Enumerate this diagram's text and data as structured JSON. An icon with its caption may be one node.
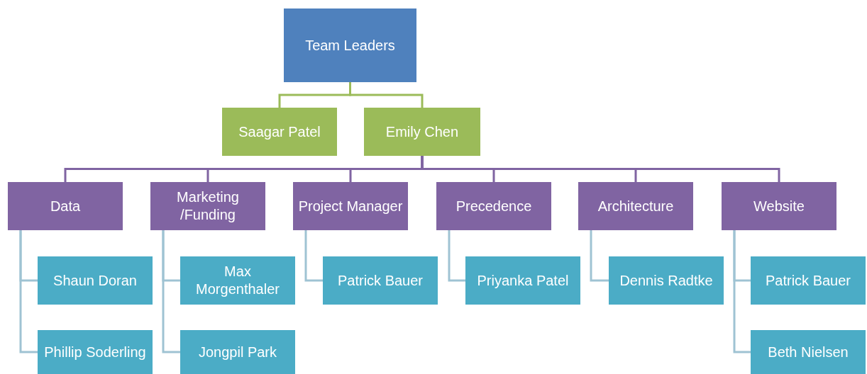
{
  "diagram": {
    "nodes": [
      {
        "text": [
          "Team Leaders"
        ]
      },
      {
        "text": [
          "Saagar Patel"
        ]
      },
      {
        "text": [
          "Emily Chen"
        ]
      },
      {
        "text": [
          "Data"
        ]
      },
      {
        "text": [
          "Marketing /Funding"
        ]
      },
      {
        "text": [
          "Project Manager"
        ]
      },
      {
        "text": [
          "Precedence"
        ]
      },
      {
        "text": [
          "Architecture"
        ]
      },
      {
        "text": [
          "Website"
        ]
      },
      {
        "text": [
          "Shaun Doran"
        ]
      },
      {
        "text": [
          "Phillip Soderling"
        ]
      },
      {
        "text": [
          "Max Morgenthaler"
        ]
      },
      {
        "text": [
          "Jongpil Park"
        ]
      },
      {
        "text": [
          "Patrick Bauer"
        ]
      },
      {
        "text": [
          "Priyanka Patel"
        ]
      },
      {
        "text": [
          "Dennis Radtke"
        ]
      },
      {
        "text": [
          "Patrick Bauer"
        ]
      },
      {
        "text": [
          "Beth Nielsen"
        ]
      }
    ],
    "edges": [
      {
        "from": 0,
        "to": 1,
        "arrow": "none",
        "color": "#9bbb59"
      },
      {
        "from": 0,
        "to": 2,
        "arrow": "none",
        "color": "#9bbb59"
      },
      {
        "from": 2,
        "to": 3,
        "arrow": "none",
        "color": "#8064a2"
      },
      {
        "from": 2,
        "to": 4,
        "arrow": "none",
        "color": "#8064a2"
      },
      {
        "from": 2,
        "to": 5,
        "arrow": "none",
        "color": "#8064a2"
      },
      {
        "from": 2,
        "to": 6,
        "arrow": "none",
        "color": "#8064a2"
      },
      {
        "from": 2,
        "to": 7,
        "arrow": "none",
        "color": "#8064a2"
      },
      {
        "from": 2,
        "to": 8,
        "arrow": "none",
        "color": "#8064a2"
      },
      {
        "from": 3,
        "to": 9,
        "arrow": "none"
      },
      {
        "from": 3,
        "to": 10,
        "arrow": "none"
      },
      {
        "from": 4,
        "to": 11,
        "arrow": "none"
      },
      {
        "from": 4,
        "to": 12,
        "arrow": "none"
      },
      {
        "from": 5,
        "to": 13,
        "arrow": "none"
      },
      {
        "from": 6,
        "to": 14,
        "arrow": "none"
      },
      {
        "from": 7,
        "to": 15,
        "arrow": "none"
      },
      {
        "from": 8,
        "to": 16,
        "arrow": "none"
      },
      {
        "from": 8,
        "to": 17,
        "arrow": "none"
      }
    ]
  }
}
